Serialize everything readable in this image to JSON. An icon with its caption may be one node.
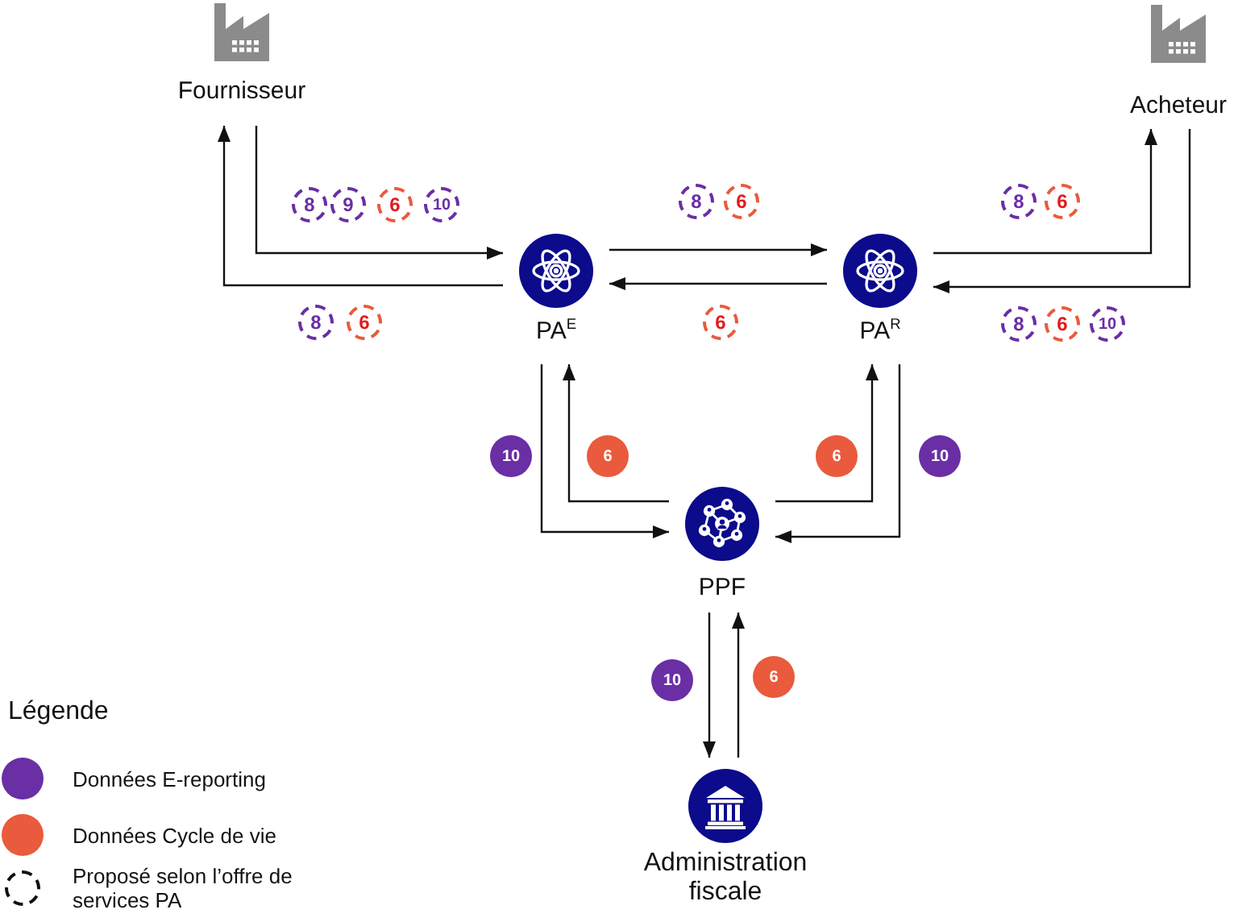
{
  "diagram": {
    "nodes": [
      {
        "text": [
          "Fournisseur"
        ]
      },
      {
        "text": [
          "Acheteur"
        ]
      },
      {
        "text": [
          "PA$^{E}$"
        ]
      },
      {
        "text": [
          "PA$^{R}$"
        ]
      },
      {
        "text": [
          "PPF"
        ]
      },
      {
        "text": [
          "Administration fiscale"
        ]
      }
    ],
    "edges": [
      {
        "from": 0,
        "to": 2,
        "arrow": "to"
      },
      {
        "from": 2,
        "to": 0,
        "arrow": "to"
      },
      {
        "from": 2,
        "to": 3,
        "arrow": "to"
      },
      {
        "from": 3,
        "to": 2,
        "arrow": "to"
      },
      {
        "from": 3,
        "to": 1,
        "arrow": "to"
      },
      {
        "from": 1,
        "to": 3,
        "arrow": "to"
      },
      {
        "from": 2,
        "to": 4,
        "arrow": "to"
      },
      {
        "from": 4,
        "to": 2,
        "arrow": "to"
      },
      {
        "from": 4,
        "to": 3,
        "arrow": "to"
      },
      {
        "from": 3,
        "to": 4,
        "arrow": "to"
      },
      {
        "from": 4,
        "to": 5,
        "arrow": "to"
      },
      {
        "from": 5,
        "to": 4,
        "arrow": "to"
      }
    ],
    "labels": [
      "8",
      "9",
      "6",
      "10",
      "8",
      "6",
      "8",
      "6",
      "8",
      "6",
      "6",
      "8",
      "6",
      "10",
      "10",
      "6",
      "6",
      "10",
      "10",
      "6",
      "Légende"
    ],
    "legend": [
      {
        "text": "Données E-reporting",
        "color": "#6a2ea5"
      },
      {
        "text": "Données Cycle de vie",
        "color": "#ea5a3c"
      },
      {
        "text": "Proposé selon l’offre de services PA"
      }
    ]
  }
}
